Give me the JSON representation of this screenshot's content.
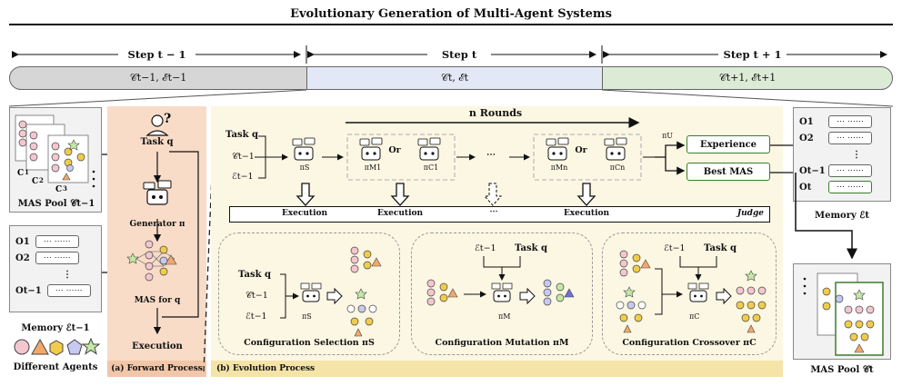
{
  "title": "Evolutionary Generation of Multi-Agent Systems",
  "timeline": {
    "steps": [
      {
        "label": "Step t − 1",
        "content": "𝒞t−1, ℰt−1",
        "color": "#d6d6d6"
      },
      {
        "label": "Step t",
        "content": "𝒞t, ℰt",
        "color": "#e3e8f7"
      },
      {
        "label": "Step t + 1",
        "content": "𝒞t+1, ℰt+1",
        "color": "#dcebd6"
      }
    ]
  },
  "left": {
    "pool_items": [
      "C1",
      "C2",
      "C3"
    ],
    "pool_caption": "MAS Pool 𝒞t−1",
    "memory_rows": [
      "O1",
      "O2",
      "⋮",
      "Ot−1"
    ],
    "memory_cell": "⋯ ⋯⋯",
    "memory_caption": "Memory ℰt−1",
    "agents_caption": "Different Agents"
  },
  "forward": {
    "task": "Task q",
    "generator": "Generator π",
    "mas": "MAS for q",
    "execution": "Execution",
    "caption": "(a) Forward Process",
    "color": "#f8dcc8"
  },
  "evolution": {
    "caption": "(b) Evolution Process",
    "color": "#fcf7e3",
    "rounds": "n Rounds",
    "inputs": [
      "Task q",
      "𝒞t−1",
      "ℰt−1"
    ],
    "pi_s": "πS",
    "pi_m1": "πM1",
    "pi_c1": "πC1",
    "pi_mn": "πMn",
    "pi_cn": "πCn",
    "or": "Or",
    "ellipsis": "⋯",
    "pi_u": "πU",
    "experience": "Experience",
    "best_mas": "Best MAS",
    "exec_labels": [
      "Execution",
      "Execution",
      "⋯",
      "Execution"
    ],
    "judge": "Judge",
    "selection": {
      "caption": "Configuration Selection πS",
      "inputs": [
        "Task q",
        "𝒞t−1",
        "ℰt−1"
      ],
      "pi": "πS"
    },
    "mutation": {
      "caption": "Configuration Mutation πM",
      "inputs": [
        "ℰt−1",
        "Task q"
      ],
      "pi": "πM"
    },
    "crossover": {
      "caption": "Configuration Crossover πC",
      "inputs": [
        "ℰt−1",
        "Task q"
      ],
      "pi": "πC"
    }
  },
  "right": {
    "memory_rows": [
      "O1",
      "O2",
      "⋮",
      "Ot−1",
      "Ot"
    ],
    "memory_cell": "⋯ ⋯⋯",
    "memory_caption": "Memory ℰt",
    "pool_caption": "MAS Pool 𝒞t"
  },
  "colors": {
    "agent_pink": "#f4c6cf",
    "agent_yellow": "#f1cc4a",
    "agent_blue": "#c7c9f2",
    "agent_orange": "#f2a86b",
    "agent_green": "#c5e8a4",
    "border_green": "#3a7d2c"
  }
}
